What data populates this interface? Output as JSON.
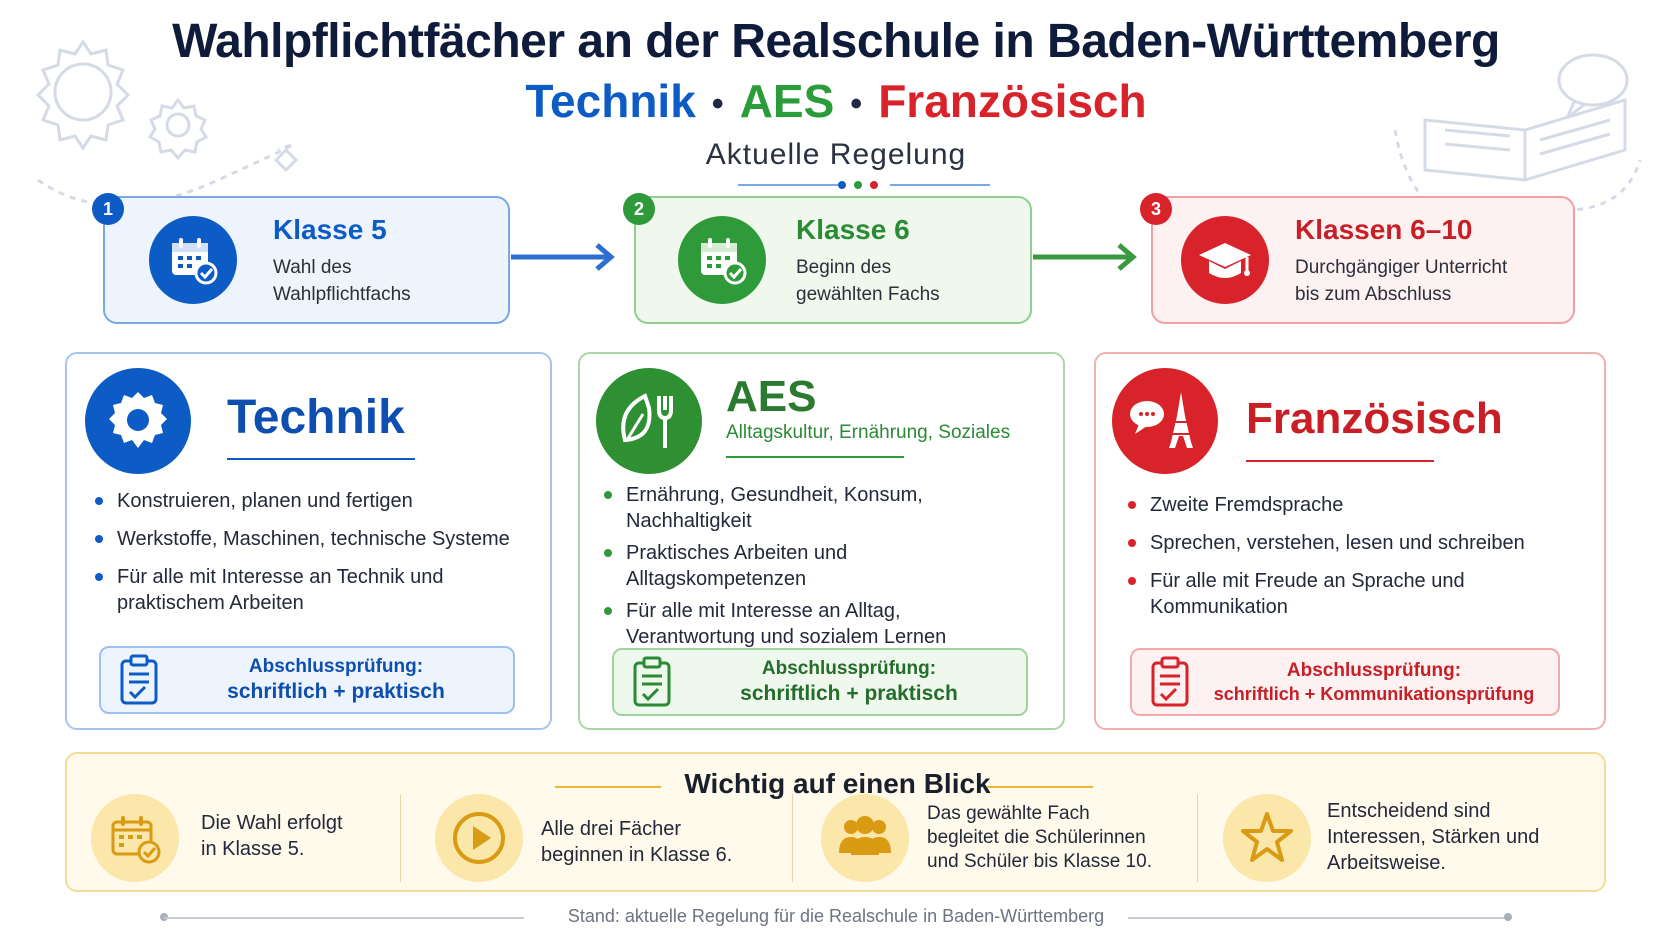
{
  "header": {
    "title": "Wahlpflichtfächer an der Realschule in Baden-Württemberg",
    "subjects": [
      "Technik",
      "AES",
      "Französisch"
    ],
    "separator": "•",
    "section_title": "Aktuelle Regelung"
  },
  "steps": [
    {
      "number": "1",
      "heading": "Klasse 5",
      "lines": [
        "Wahl des",
        "Wahlpflichtfachs"
      ],
      "icon": "calendar-check-icon"
    },
    {
      "number": "2",
      "heading": "Klasse 6",
      "lines": [
        "Beginn des",
        "gewählten Fachs"
      ],
      "icon": "calendar-check-icon"
    },
    {
      "number": "3",
      "heading": "Klassen 6–10",
      "lines": [
        "Durchgängiger Unterricht",
        "bis zum Abschluss"
      ],
      "icon": "graduation-cap-icon"
    }
  ],
  "cards": {
    "technik": {
      "title": "Technik",
      "icon": "gear-icon",
      "bullets": [
        [
          "Konstruieren, planen und fertigen"
        ],
        [
          "Werkstoffe, Maschinen, technische Systeme"
        ],
        [
          "Für alle mit Interesse an Technik und",
          "praktischem Arbeiten"
        ]
      ],
      "exam_label": "Abschlussprüfung:",
      "exam_value": "schriftlich + praktisch"
    },
    "aes": {
      "title": "AES",
      "subtitle": "Alltagskultur, Ernährung, Soziales",
      "icon": "leaf-fork-icon",
      "bullets": [
        [
          "Ernährung, Gesundheit, Konsum,",
          "Nachhaltigkeit"
        ],
        [
          "Praktisches Arbeiten und",
          "Alltagskompetenzen"
        ],
        [
          "Für alle mit Interesse an Alltag,",
          "Verantwortung und sozialem Lernen"
        ]
      ],
      "exam_label": "Abschlussprüfung:",
      "exam_value": "schriftlich + praktisch"
    },
    "franz": {
      "title": "Französisch",
      "icon": "eiffel-tower-speech-icon",
      "bullets": [
        [
          "Zweite Fremdsprache"
        ],
        [
          "Sprechen, verstehen, lesen und schreiben"
        ],
        [
          "Für alle mit Freude an Sprache und",
          "Kommunikation"
        ]
      ],
      "exam_label": "Abschlussprüfung:",
      "exam_value": "schriftlich + Kommunikationsprüfung"
    }
  },
  "bottom": {
    "title": "Wichtig auf einen Blick",
    "items": [
      {
        "icon": "calendar-check-icon",
        "lines": [
          "Die Wahl erfolgt",
          "in Klasse 5."
        ]
      },
      {
        "icon": "play-icon",
        "lines": [
          "Alle drei Fächer",
          "beginnen in Klasse 6."
        ]
      },
      {
        "icon": "people-icon",
        "lines": [
          "Das gewählte Fach",
          "begleitet die Schülerinnen",
          "und Schüler bis Klasse 10."
        ]
      },
      {
        "icon": "star-icon",
        "lines": [
          "Entscheidend sind",
          "Interessen, Stärken und",
          "Arbeitsweise."
        ]
      }
    ]
  },
  "footer": "Stand: aktuelle Regelung für die Realschule in Baden-Württemberg",
  "colors": {
    "blue": "#0d5bc4",
    "green": "#2b9c3a",
    "red": "#d8232a",
    "gold": "#d99a14"
  }
}
